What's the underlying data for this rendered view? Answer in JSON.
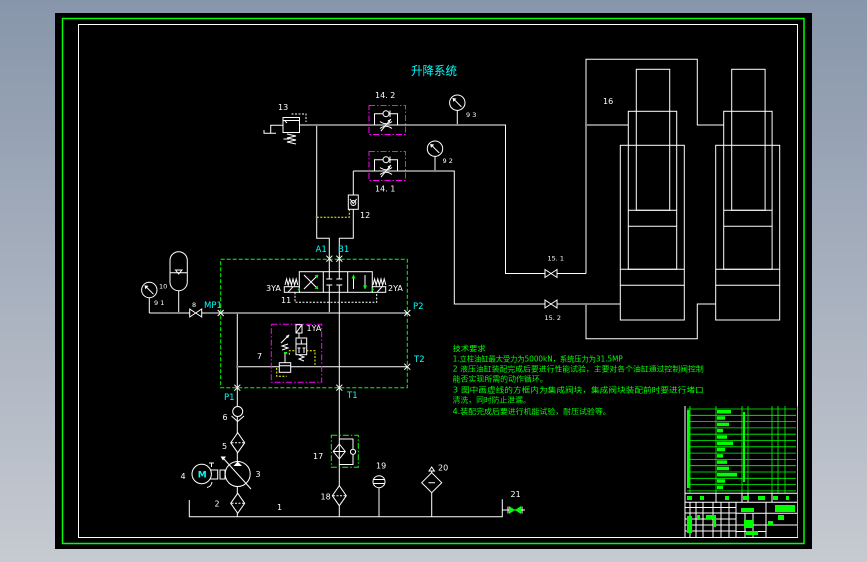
{
  "palette": {
    "background_top": "#8896ab",
    "background_bottom": "#c6cad1",
    "canvas": "#000000",
    "line": "#ffffff",
    "green": "#00ff00",
    "cyan": "#00ffff",
    "magenta": "#ff00ff",
    "yellow": "#ffff00"
  },
  "drawing": {
    "title": "升降系统",
    "labels": {
      "tank": "1",
      "suction_filter": "2",
      "pump": "3",
      "motor": "4",
      "pressure_filter": "5",
      "check_valve": "6",
      "valve_7": "7",
      "stop_valve": "8",
      "gauge_1": "9 1",
      "gauge_2": "9 2",
      "gauge_3": "9 3",
      "accumulator": "10",
      "directional_valve": "11",
      "check_valve_12": "12",
      "valve_13": "13",
      "throttle_check_1": "14. 1",
      "throttle_check_2": "14. 2",
      "shutoff_1": "15. 1",
      "shutoff_2": "15. 2",
      "cylinders": "16",
      "return_filter": "17",
      "filter_18": "18",
      "level_gauge": "19",
      "air_filter": "20",
      "drain_valve": "21"
    },
    "ports": {
      "a1": "A1",
      "b1": "B1",
      "mp1": "MP1",
      "p1": "P1",
      "p2": "P2",
      "t1": "T1",
      "t2": "T2"
    },
    "solenoids": {
      "ya1": "1YA",
      "ya2": "2YA",
      "ya3": "3YA"
    },
    "motor_symbol": "M",
    "technical_requirements": {
      "heading": "技术要求",
      "lines": [
        "1.立柱油缸最大受力为5000kN，系统压力为31.5MP",
        "2 液压油缸装配完成后要进行性能试验，主要对各个油缸通过控制阀控制",
        "能否实现所需的动作循环。",
        "3 图中画虚线的方框内为集成阀块，集成阀块装配前时要进行堵口",
        "清洗，同时防止泄漏。",
        "4.装配完成后要进行机能试验，耐压试验等。"
      ]
    }
  }
}
